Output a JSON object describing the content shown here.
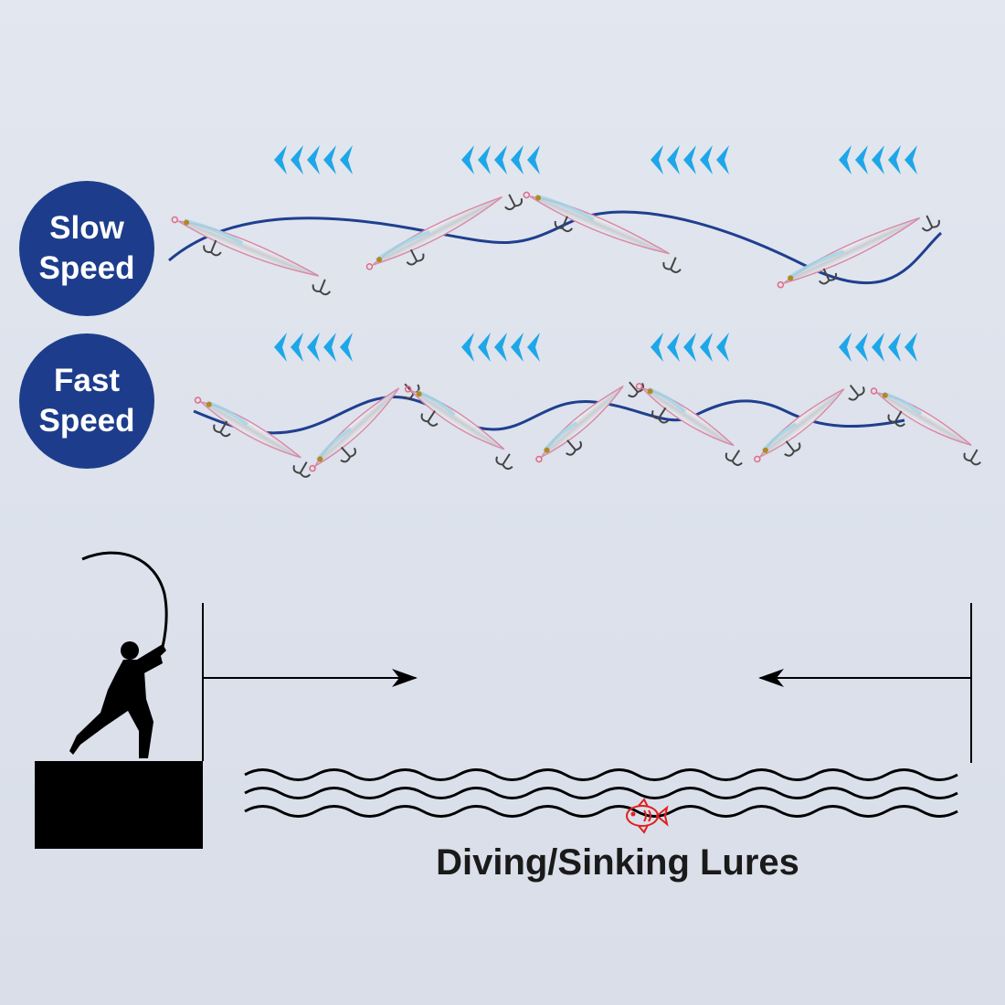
{
  "speeds": [
    {
      "line1": "Slow",
      "line2": "Speed"
    },
    {
      "line1": "Fast",
      "line2": "Speed"
    }
  ],
  "caption": "Diving/Sinking Lures",
  "colors": {
    "badge": "#1d3d8c",
    "chevron": "#1ea7e8",
    "line": "#1f3f8f",
    "fish": "#e02020"
  },
  "icons": [
    "chevron-left-icon",
    "lure-icon",
    "fisherman-icon",
    "fish-icon",
    "wave-icon",
    "arrow-icon"
  ]
}
